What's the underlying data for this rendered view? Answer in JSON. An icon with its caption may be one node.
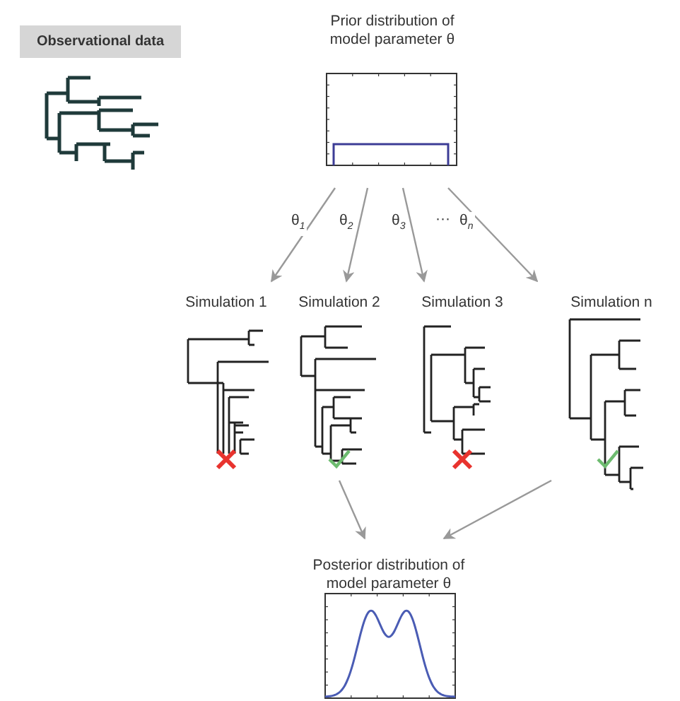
{
  "diagram": {
    "nodes": [
      {
        "text": [
          "Observational data"
        ]
      },
      {
        "text": [
          "Prior distribution of model parameter θ"
        ]
      },
      {
        "text": [
          "Simulation 1"
        ]
      },
      {
        "text": [
          "Simulation 2"
        ]
      },
      {
        "text": [
          "Simulation 3"
        ]
      },
      {
        "text": [
          "Simulation n"
        ]
      },
      {
        "text": [
          "Posterior distribution of model parameter θ"
        ]
      }
    ],
    "edges": [
      {
        "from": 1,
        "to": 2,
        "arrow": "to",
        "label": "θ$_{1}$"
      },
      {
        "from": 1,
        "to": 3,
        "arrow": "to",
        "label": "θ$_{2}$"
      },
      {
        "from": 1,
        "to": 4,
        "arrow": "to",
        "label": "θ$_{3}$"
      },
      {
        "from": 1,
        "to": 5,
        "arrow": "to",
        "label": "θ$_{n}$"
      },
      {
        "from": 3,
        "to": 6,
        "arrow": "to"
      },
      {
        "from": 5,
        "to": 6,
        "arrow": "to"
      }
    ],
    "labels": [
      "···"
    ]
  }
}
